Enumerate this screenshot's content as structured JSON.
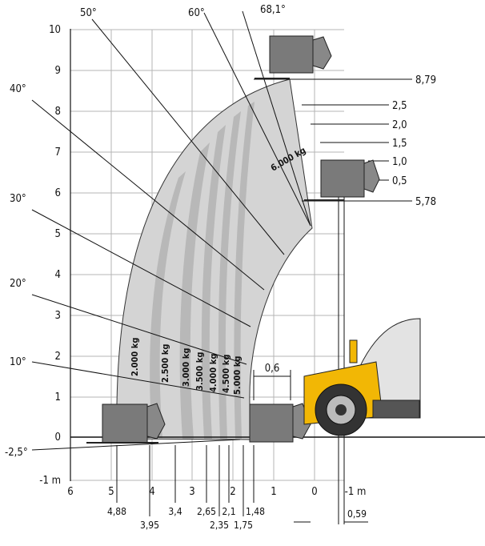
{
  "y_axis_labels": [
    "10",
    "9",
    "8",
    "7",
    "6",
    "5",
    "4",
    "3",
    "2",
    "1",
    "0",
    "-1 m"
  ],
  "x_axis_labels": [
    "6",
    "5",
    "4",
    "3",
    "2",
    "1",
    "0",
    "-1 m"
  ],
  "angle_labels": [
    "68,1°",
    "60°",
    "50°",
    "40°",
    "30°",
    "20°",
    "10°",
    "-2,5°"
  ],
  "right_labels": [
    "8,79",
    "2,5",
    "2,0",
    "1,5",
    "1,0",
    "0,5",
    "5,78"
  ],
  "bottom_labels": [
    "4,88",
    "3,95",
    "3,4",
    "2,65",
    "2,35",
    "2,1",
    "1,75",
    "1,48",
    "0,59"
  ],
  "dimension_label": "0,6",
  "load_labels": [
    "2.000 kg",
    "2.500 kg",
    "3.000 kg",
    "3.500 kg",
    "4.000 kg",
    "4.500 kg",
    "5.000 kg",
    "6.000 kg"
  ],
  "colors": {
    "envelope": "#d4d4d4",
    "band": "#b8b8b8",
    "grid": "#b4b4b4",
    "machine_yellow": "#f2b705",
    "fork": "#7a7a7a"
  }
}
